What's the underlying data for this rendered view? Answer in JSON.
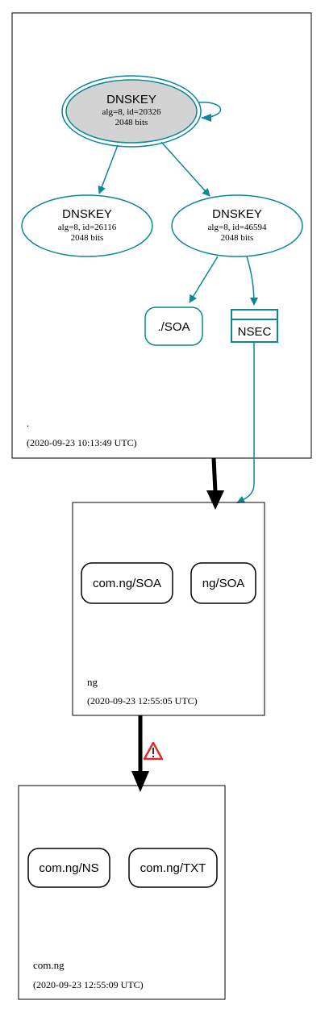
{
  "colors": {
    "teal": "#0a879a",
    "black": "#000000",
    "key_fill": "#d3d3d3",
    "warning_red": "#d9302c"
  },
  "zones": {
    "root": {
      "name": ".",
      "timestamp": "(2020-09-23 10:13:49 UTC)",
      "ksk": {
        "title": "DNSKEY",
        "line1": "alg=8, id=20326",
        "line2": "2048 bits"
      },
      "zsk1": {
        "title": "DNSKEY",
        "line1": "alg=8, id=26116",
        "line2": "2048 bits"
      },
      "zsk2": {
        "title": "DNSKEY",
        "line1": "alg=8, id=46594",
        "line2": "2048 bits"
      },
      "soa": {
        "label": "./SOA"
      },
      "nsec": {
        "label": "NSEC"
      }
    },
    "ng": {
      "name": "ng",
      "timestamp": "(2020-09-23 12:55:05 UTC)",
      "rr1": {
        "label": "com.ng/SOA"
      },
      "rr2": {
        "label": "ng/SOA"
      }
    },
    "com_ng": {
      "name": "com.ng",
      "timestamp": "(2020-09-23 12:55:09 UTC)",
      "rr1": {
        "label": "com.ng/NS"
      },
      "rr2": {
        "label": "com.ng/TXT"
      }
    }
  },
  "warning_icon": "warning-triangle-icon"
}
